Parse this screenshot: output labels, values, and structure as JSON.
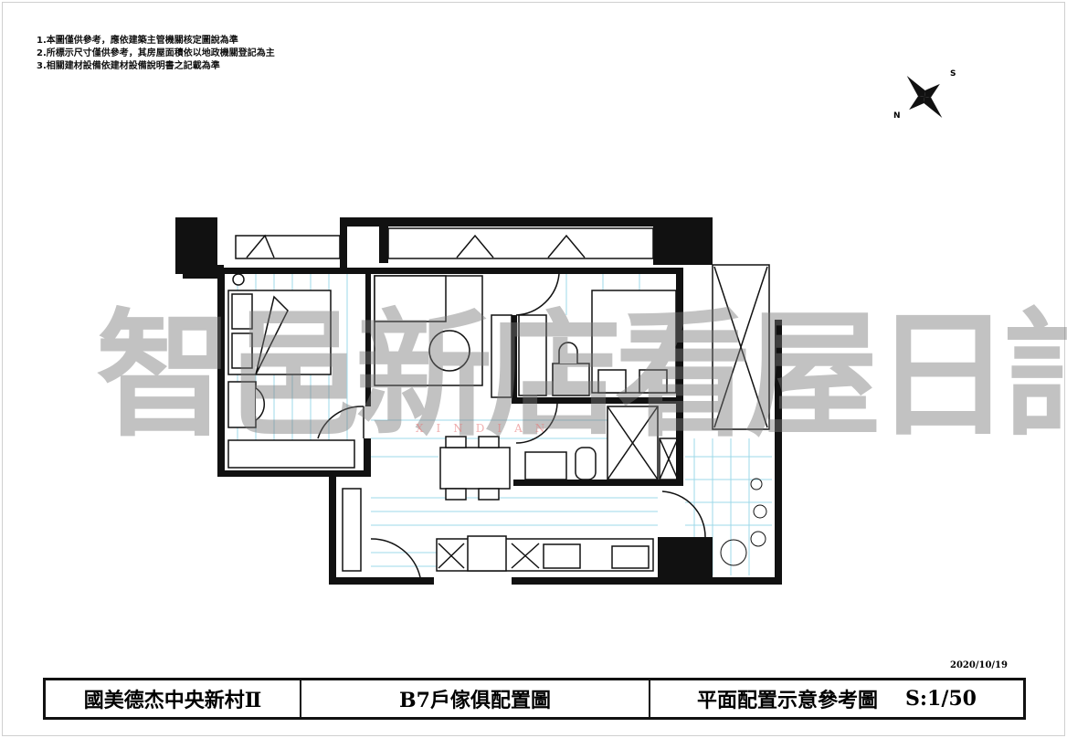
{
  "notes": [
    "1.本圖僅供參考，應依建築主管機關核定圖說為準",
    "2.所標示尺寸僅供參考，其房屋面積依以地政機關登記為主",
    "3.相關建材設備依建材設備說明書之記載為準"
  ],
  "compass": {
    "north": "N",
    "south": "S",
    "icon": "compass-rose-icon"
  },
  "watermark": {
    "text": "智邑新店看屋日記",
    "subtext": "XINDIAN"
  },
  "date": "2020/10/19",
  "title_block": {
    "project": "國美德杰中央新村Ⅱ",
    "drawing": "B7戶傢俱配置圖",
    "type": "平面配置示意參考圖",
    "scale": "S:1/50"
  }
}
